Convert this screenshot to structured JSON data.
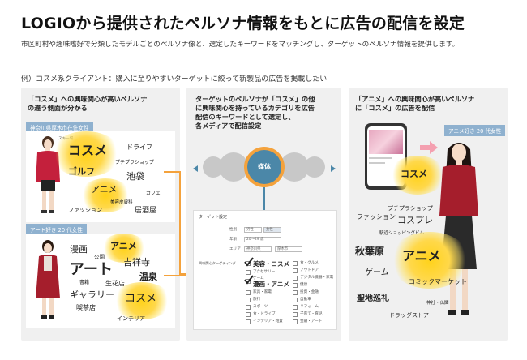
{
  "header": {
    "title": "LOGIOから提供されたペルソナ情報をもとに広告の配信を設定",
    "subtitle": "市区町村や趣味嗜好で分類したモデルごとのペルソナ像と、選定したキーワードをマッチングし、ターゲットのペルソナ情報を提供します。",
    "example": "例）コスメ系クライアント：購入に至りやすいターゲットに絞って新製品の広告を掲載したい"
  },
  "panel1": {
    "title_line1": "「コスメ」への興味関心が高いペルソナ",
    "title_line2": "の違う側面が分かる",
    "persona_a": {
      "tag": "神奈川県厚木市在住女性",
      "caption": "スキー場",
      "words": [
        "コスメ",
        "ドライブ",
        "ゴルフ",
        "プチプラショップ",
        "池袋",
        "アニメ",
        "カフェ",
        "美容皮膚科",
        "ファッション",
        "居酒屋"
      ]
    },
    "persona_b": {
      "tag": "アート好き 20 代女性",
      "words": [
        "漫画",
        "アニメ",
        "公園",
        "吉祥寺",
        "アート",
        "温泉",
        "書籍",
        "生花店",
        "ギャラリー",
        "コスメ",
        "喫茶店",
        "インテリア"
      ]
    }
  },
  "panel2": {
    "title_line1": "ターゲットのペルソナが「コスメ」の他",
    "title_line2": "に興味関心を持っているカテゴリを広告",
    "title_line3": "配信のキーワードとして選定し、",
    "title_line4": "各メディアで配信設定",
    "media_label": "媒体",
    "form": {
      "title": "ターゲット設定",
      "gender_label": "性別",
      "gender_options": [
        "男性",
        "女性"
      ],
      "age_label": "年齢",
      "age_value": "20〜29 歳",
      "area_label": "エリア",
      "area_values": [
        "神奈川県",
        "厚木市"
      ],
      "interest_label": "興味関心ターゲティング",
      "checked": [
        "美容・コスメ",
        "漫画・アニメ"
      ],
      "col1": [
        "アクセサリー",
        "ゲーム",
        "家具・家電",
        "旅行",
        "スポーツ",
        "食・ドライブ",
        "インテリア・雑貨"
      ],
      "col2": [
        "食・グルメ",
        "アウトドア",
        "デジタル機器・家電",
        "健康",
        "投資・金融",
        "自動車",
        "リフォーム",
        "子育て・育児",
        "金融・アート"
      ]
    }
  },
  "panel3": {
    "title_line1": "「アニメ」への興味関心が高いペルソナ",
    "title_line2": "に「コスメ」の広告を配信",
    "phone_word": "コスメ",
    "tag": "アニメ好き 20 代女性",
    "words": [
      "プチプラショップ",
      "ファッション",
      "コスプレ",
      "駅近ショッピングビル",
      "秋葉原",
      "アニメ",
      "ゲーム",
      "コミックマーケット",
      "聖地巡礼",
      "神社・仏閣",
      "ドラッグストア"
    ]
  },
  "colors": {
    "accent_orange": "#f4a23c",
    "tag_blue": "#8fb1cf",
    "media_blue": "#4b87a8",
    "highlight_yellow": "#ffd21a",
    "arrow_pink": "#f4a0b0",
    "panel_gray": "#f0f0f0"
  }
}
